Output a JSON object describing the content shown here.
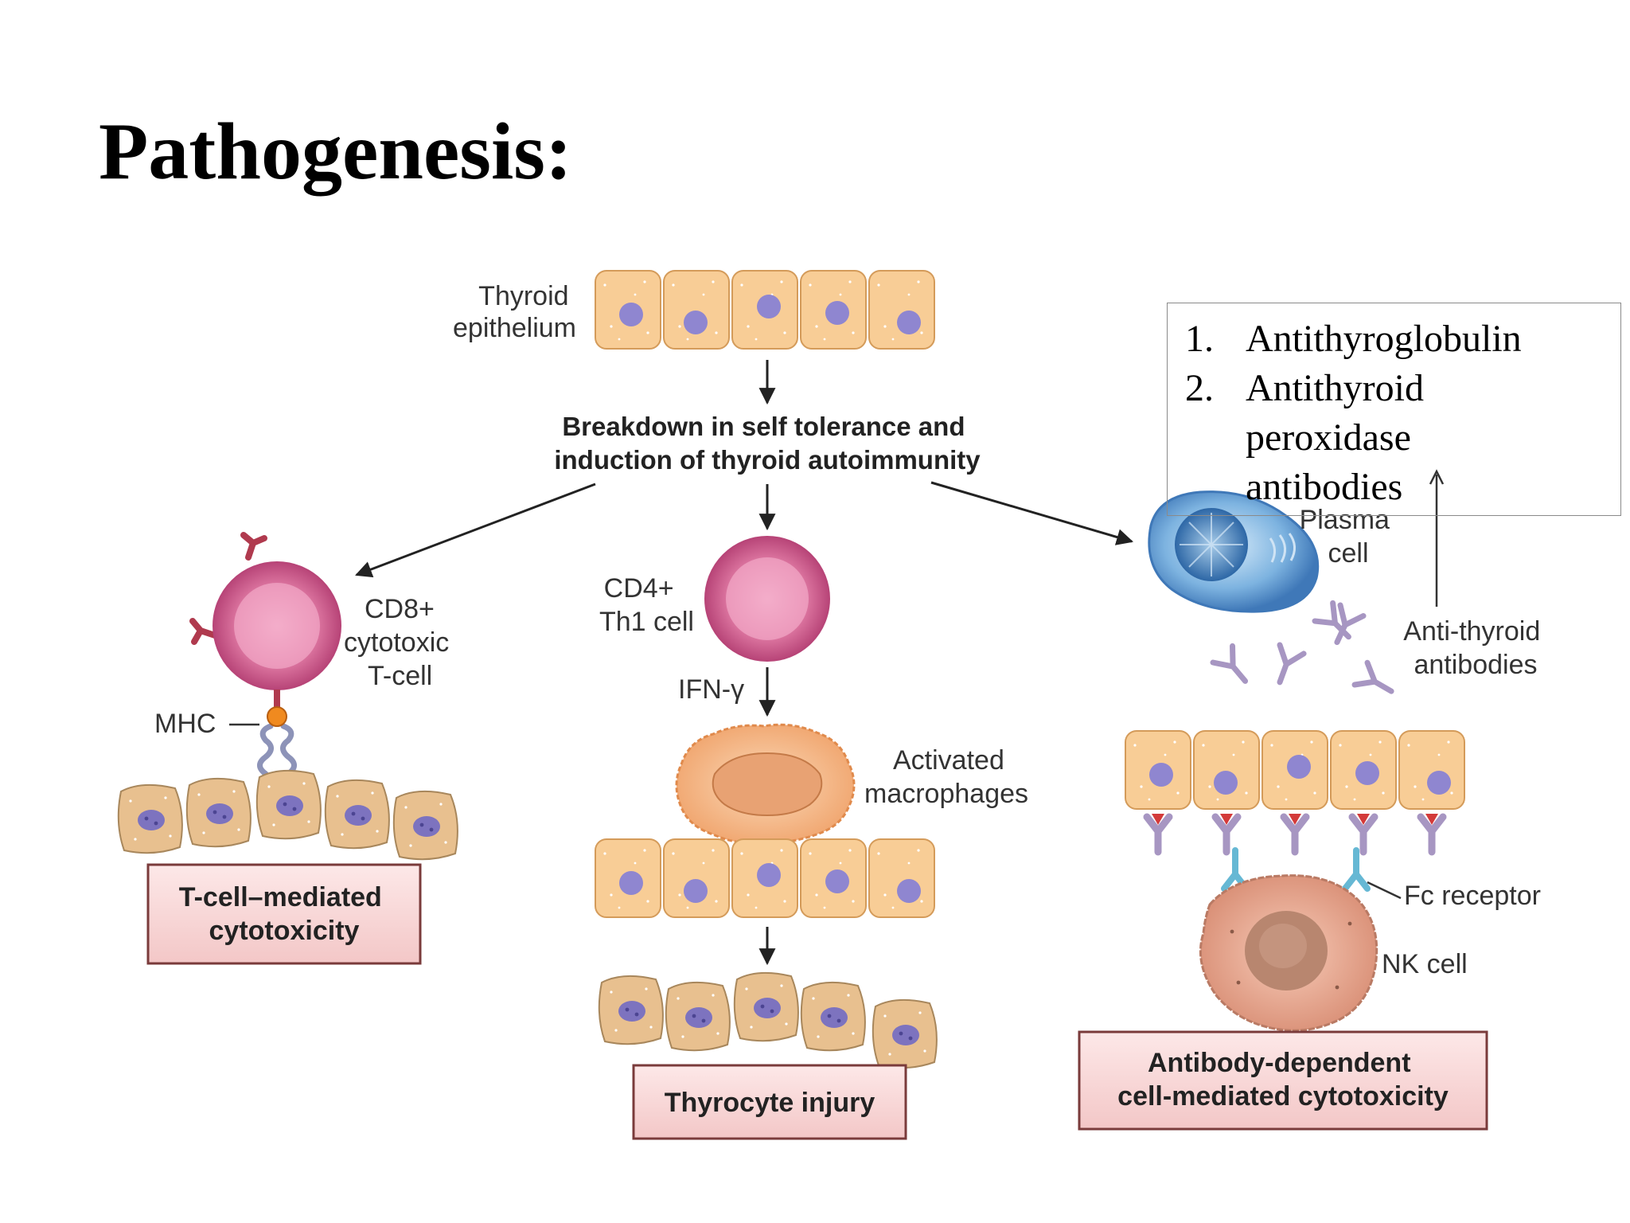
{
  "slide": {
    "title": "Pathogenesis:"
  },
  "diagram": {
    "thyroid_epithelium": [
      "Thyroid",
      "epithelium"
    ],
    "breakdown": [
      "Breakdown in self tolerance and",
      "induction of thyroid autoimmunity"
    ],
    "cd8_label": [
      "CD8+",
      "cytotoxic",
      "T-cell"
    ],
    "mhc_label": "MHC",
    "cd4_label": [
      "CD4+",
      "Th1 cell"
    ],
    "ifn_label": "IFN-γ",
    "macrophage_label": [
      "Activated",
      "macrophages"
    ],
    "plasma_label": [
      "Plasma",
      "cell"
    ],
    "antibodies_label": [
      "Anti-thyroid",
      "antibodies"
    ],
    "fc_receptor_label": "Fc receptor",
    "nk_label": "NK cell",
    "outcome_tcell": [
      "T-cell–mediated",
      "cytotoxicity"
    ],
    "outcome_thyrocyte": "Thyrocyte injury",
    "outcome_adcc": [
      "Antibody-dependent",
      "cell-mediated cytotoxicity"
    ]
  },
  "antibody_list": {
    "items": [
      {
        "num": "1.",
        "lines": [
          "Antithyroglobulin"
        ]
      },
      {
        "num": "2.",
        "lines": [
          "Antithyroid",
          "peroxidase",
          "antibodies"
        ]
      }
    ]
  },
  "colors": {
    "epithelium_fill": "#f8cd96",
    "epithelium_stroke": "#d49b5a",
    "nucleus": "#8f86d0",
    "tcell_pink": "#d96a98",
    "plasma_blue": "#6aa3d6",
    "antibody_purple": "#a796c2",
    "fc_receptor": "#66b8d4",
    "nk_fill": "#e8a890",
    "outcome_box_fill": "#f8d6d6",
    "outcome_box_stroke": "#7a3b3b"
  }
}
